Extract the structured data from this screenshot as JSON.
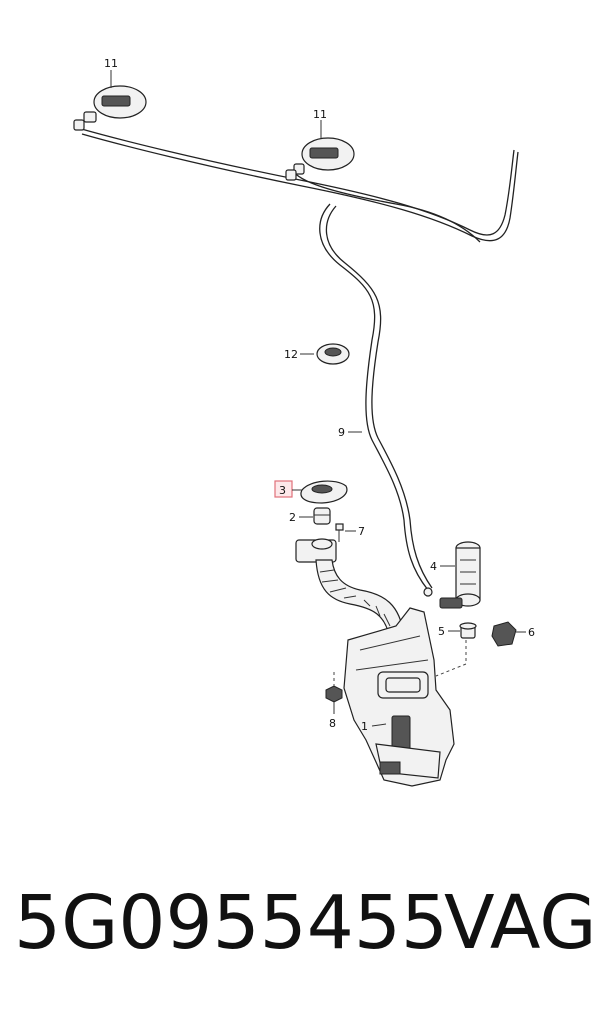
{
  "callouts": {
    "c1": "1",
    "c2": "2",
    "c3": "3",
    "c4": "4",
    "c5": "5",
    "c6": "6",
    "c7": "7",
    "c8": "8",
    "c9": "9",
    "c11a": "11",
    "c11b": "11",
    "c12": "12"
  },
  "highlight_color": "#e0707a",
  "footer": {
    "part_number": "5G0955455",
    "brand": "VAG"
  }
}
